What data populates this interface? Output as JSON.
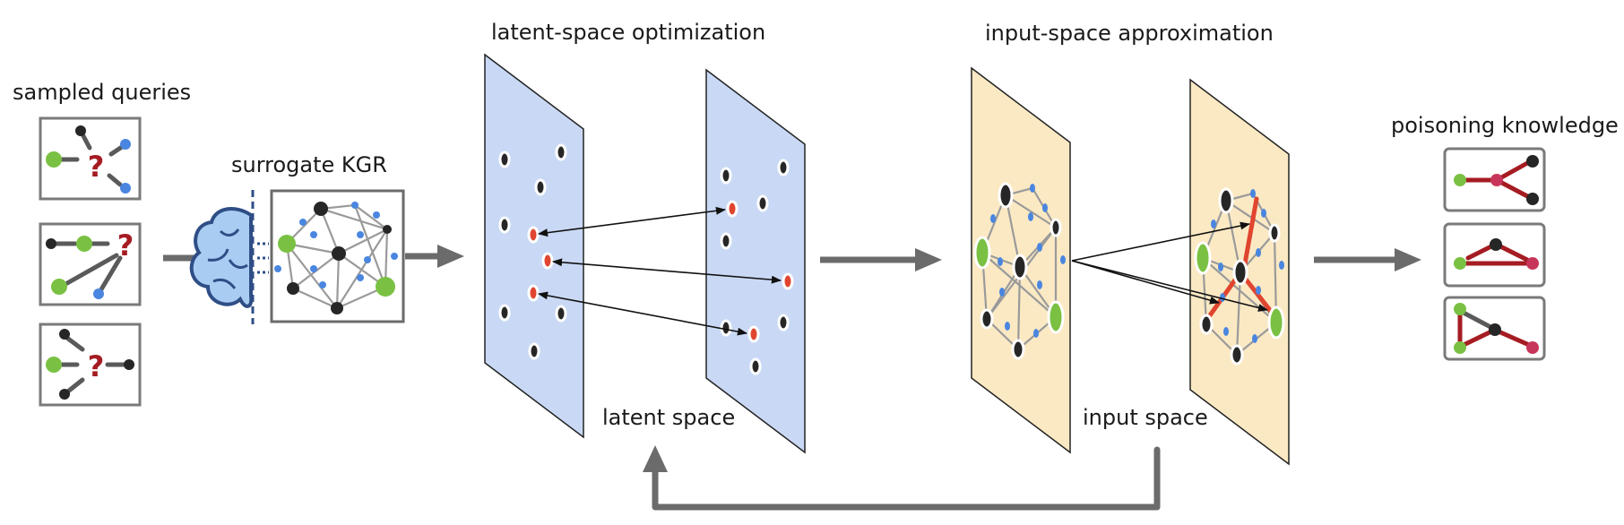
{
  "labels": {
    "sampled_queries": "sampled queries",
    "surrogate_kgr": "surrogate KGR",
    "latent_opt": "latent-space optimization",
    "input_approx": "input-space approximation",
    "latent_space": "latent space",
    "input_space": "input space",
    "poisoning": "poisoning knowledge",
    "query_mark": "?"
  },
  "colors": {
    "latent_plane": "#c9d9f5",
    "input_plane": "#fbe9c4",
    "arrow": "#6b6b6b",
    "green_node": "#7ac143",
    "blue_node": "#4a86e0",
    "black_node": "#262626",
    "red_point": "#e0452f",
    "red_edge": "#a51c22",
    "pink_node": "#c7365a",
    "brain": "#a9cdf2"
  }
}
